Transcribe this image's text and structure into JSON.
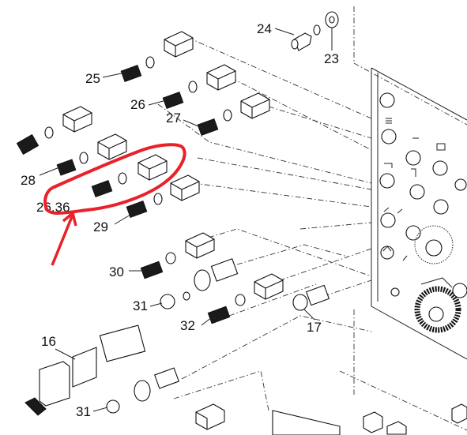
{
  "figure": "exploded parts diagram",
  "callouts": [
    "24",
    "23",
    "25",
    "26",
    "27",
    "28",
    "26,36",
    "29",
    "30",
    "31",
    "32",
    "17",
    "16",
    "31"
  ],
  "highlight": {
    "color": "#e8212a",
    "target": "26,36"
  }
}
